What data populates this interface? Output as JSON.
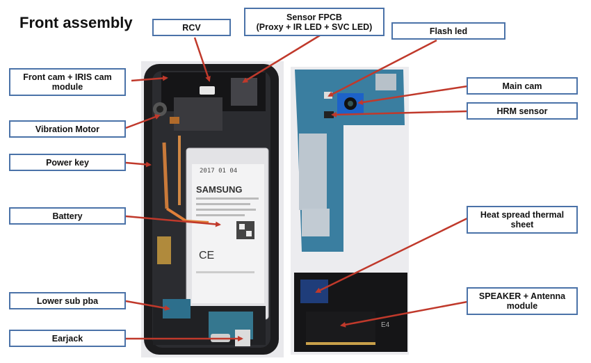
{
  "title": "Front assembly",
  "labels": {
    "rcv": "RCV",
    "sensor_fpcb": "Sensor FPCB\n(Proxy + IR LED + SVC LED)",
    "flash_led": "Flash led",
    "front_cam": "Front cam + IRIS cam\nmodule",
    "vibration_motor": "Vibration Motor",
    "power_key": "Power key",
    "battery": "Battery",
    "lower_sub_pba": "Lower sub pba",
    "earjack": "Earjack",
    "main_cam": "Main cam",
    "hrm_sensor": "HRM sensor",
    "heat_spread": "Heat spread thermal\nsheet",
    "speaker_antenna": "SPEAKER + Antenna\nmodule"
  },
  "battery_print": {
    "date": "2017 01 04",
    "brand": "SAMSUNG",
    "ce": "CE"
  },
  "module_print": "E4",
  "colors": {
    "box_border": "#4a72a8",
    "arrow": "#c0392b",
    "pcb": "#3a7ea0",
    "frame": "#1c1c1e"
  }
}
